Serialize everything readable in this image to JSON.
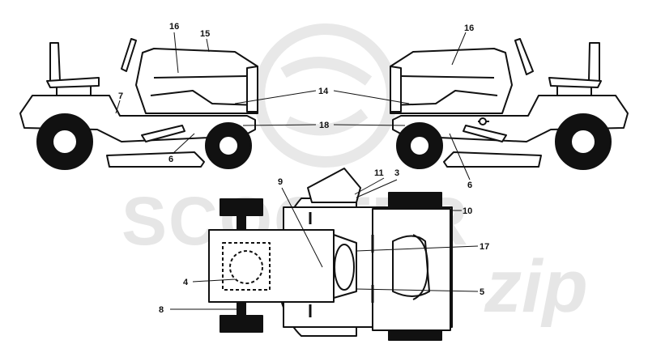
{
  "watermark": {
    "brand": "SCOOTER",
    "script": "zip"
  },
  "callouts": {
    "left_16": "16",
    "left_15": "15",
    "left_14": "14",
    "left_7": "7",
    "left_18": "18",
    "left_6": "6",
    "right_16": "16",
    "right_6": "6",
    "top_9": "9",
    "top_11": "11",
    "top_3": "3",
    "top_10": "10",
    "top_17": "17",
    "top_4": "4",
    "top_5": "5",
    "top_8": "8"
  }
}
